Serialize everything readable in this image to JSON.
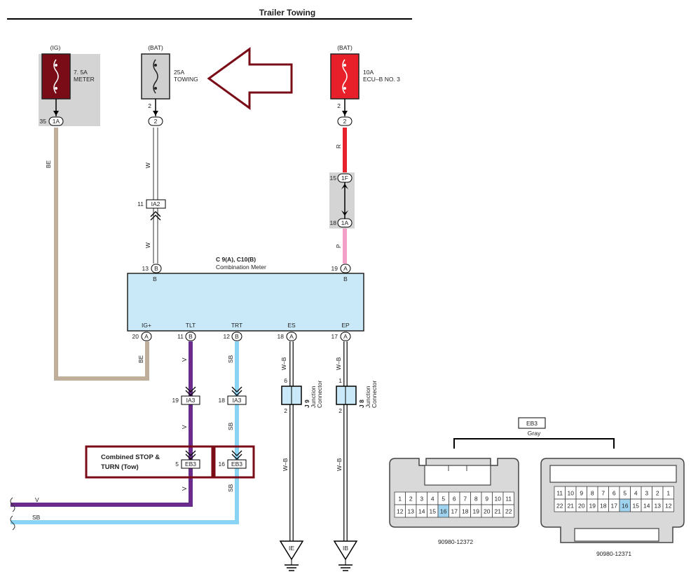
{
  "title": "Trailer Towing",
  "colors": {
    "wire_BE": "#bfae99",
    "wire_W": "#ffffff",
    "wire_R": "#e8222c",
    "wire_P": "#f2a0c8",
    "wire_V": "#6a2c8a",
    "wire_SB": "#89d4f5",
    "meter_fill": "#c9e9f9",
    "fuse_dark": "#7a0c18",
    "fuse_red": "#e8202a",
    "fuse_gray": "#cccccc",
    "callout": "#7a0c18"
  },
  "fuses": {
    "meter": {
      "source": "(IG)",
      "amp": "7. 5A",
      "name": "METER",
      "pin": "35",
      "conn": "1A"
    },
    "towing": {
      "source": "(BAT)",
      "amp": "25A",
      "name": "TOWING",
      "pin": "2",
      "conn": "2"
    },
    "ecub": {
      "source": "(BAT)",
      "amp": "10A",
      "name": "ECU–B NO. 3",
      "pin": "2",
      "conn": "2"
    }
  },
  "towing_pin_top": "2",
  "ecub_pin_top": "2",
  "wire_labels": {
    "be_left": "BE",
    "w_upper": "W",
    "w_lower": "W",
    "r": "R",
    "p": "P",
    "be_lower": "BE",
    "v1": "V",
    "sb1": "SB",
    "wb1": "W–B",
    "wb2": "W–B",
    "v2": "V",
    "sb2": "SB",
    "wb3": "W–B",
    "wb4": "W–B",
    "v3": "V",
    "sb3": "SB",
    "v_bus": "V",
    "sb_bus": "SB"
  },
  "inline_connectors": {
    "ia2": {
      "pin": "11",
      "label": "IA2"
    },
    "f1": {
      "pin": "15",
      "label": "1F"
    },
    "a1": {
      "pin": "18",
      "label": "1A"
    },
    "ia3_v": {
      "pin": "19",
      "label": "IA3"
    },
    "ia3_sb": {
      "pin": "18",
      "label": "IA3"
    },
    "eb3_v": {
      "pin": "5",
      "label": "EB3"
    },
    "eb3_sb": {
      "pin": "16",
      "label": "EB3"
    }
  },
  "meter": {
    "id": "C 9(A), C10(B)",
    "name": "Combination Meter",
    "top_pins": [
      {
        "pin": "13",
        "conn": "B",
        "label": "B"
      },
      {
        "pin": "19",
        "conn": "A",
        "label": "B"
      }
    ],
    "bottom_pins": [
      {
        "pin": "20",
        "conn": "A",
        "label": "IG+"
      },
      {
        "pin": "11",
        "conn": "B",
        "label": "TLT"
      },
      {
        "pin": "12",
        "conn": "B",
        "label": "TRT"
      },
      {
        "pin": "18",
        "conn": "A",
        "label": "ES"
      },
      {
        "pin": "17",
        "conn": "A",
        "label": "EP"
      }
    ]
  },
  "junctions": [
    {
      "id": "J 9",
      "label": "Junction\nConnector",
      "pin_top": "6",
      "pin_bottom": "2"
    },
    {
      "id": "J 8",
      "label": "Junction\nConnector",
      "pin_top": "1",
      "pin_bottom": "2"
    }
  ],
  "junction_j9_id": "J 9",
  "junction_j9_label": "Junction",
  "junction_j9_label2": "Connector",
  "junction_j8_id": "J 8",
  "junction_j8_label": "Junction",
  "junction_j8_label2": "Connector",
  "grounds": {
    "left": "IE",
    "right": "IB"
  },
  "callout": {
    "line1": "Combined STOP &",
    "line2": "TURN (Tow)"
  },
  "eb3_connector": {
    "name": "EB3",
    "color": "Gray",
    "left_part": "90980-12372",
    "right_part": "90980-12371",
    "left_row1": [
      "1",
      "2",
      "3",
      "4",
      "5",
      "6",
      "7",
      "8",
      "9",
      "10",
      "11"
    ],
    "left_row2": [
      "12",
      "13",
      "14",
      "15",
      "16",
      "17",
      "18",
      "19",
      "20",
      "21",
      "22"
    ],
    "right_row1": [
      "11",
      "10",
      "9",
      "8",
      "7",
      "6",
      "5",
      "4",
      "3",
      "2",
      "1"
    ],
    "right_row2": [
      "22",
      "21",
      "20",
      "19",
      "18",
      "17",
      "16",
      "15",
      "14",
      "13",
      "12"
    ],
    "highlight_pin": "16",
    "highlight_color": "#9fd3f0"
  }
}
